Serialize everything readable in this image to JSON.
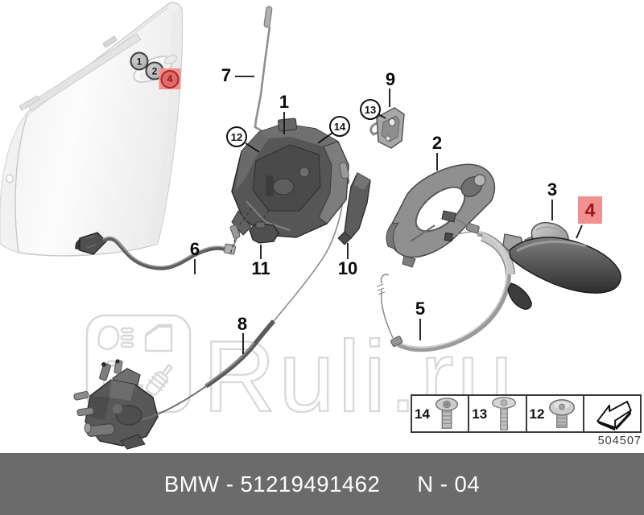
{
  "watermark": {
    "text": "Ruli.ru"
  },
  "callouts": {
    "n1": "1",
    "n2": "2",
    "n3": "3",
    "n4": "4",
    "n5": "5",
    "n6": "6",
    "n7": "7",
    "n8": "8",
    "n9": "9",
    "n10": "10",
    "n11": "11",
    "n12": "12",
    "n13": "13",
    "n14": "14"
  },
  "legend": {
    "cells": [
      {
        "label": "14",
        "icon": "pan-head-screw-icon"
      },
      {
        "label": "13",
        "icon": "countersunk-screw-icon"
      },
      {
        "label": "12",
        "icon": "dome-head-screw-icon"
      },
      {
        "label": "",
        "icon": "direction-arrow-icon"
      }
    ],
    "sheet_number": "504507"
  },
  "footer": {
    "left_text": "BMW - 51219491462",
    "right_text": "N - 04"
  },
  "colors": {
    "highlight_bg": "#f09090",
    "highlight_text": "#9e1515",
    "marker_gray": "#b5b5b5",
    "footer_bg": "#6b6b6b",
    "watermark_gray": "#d8d8d8"
  }
}
